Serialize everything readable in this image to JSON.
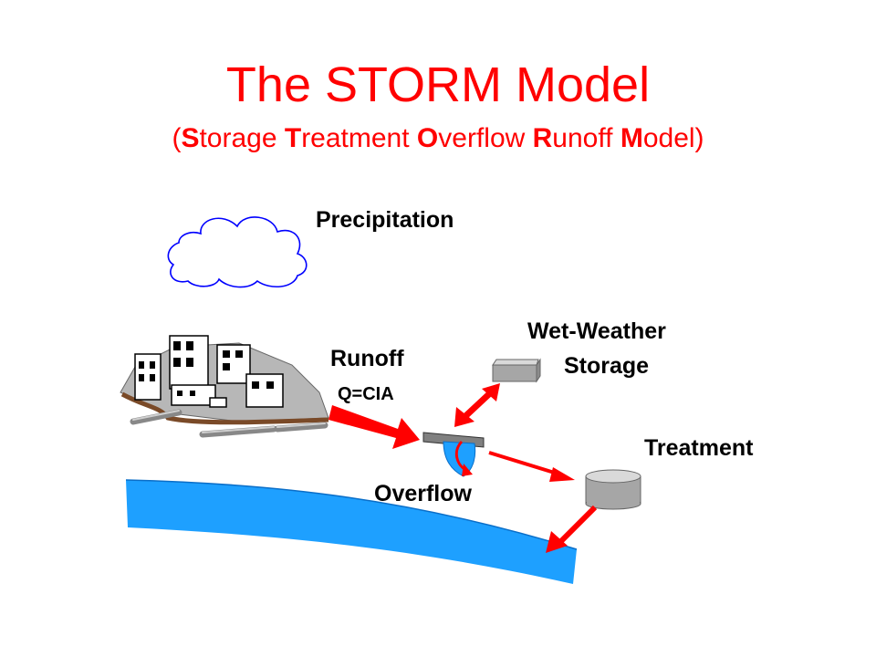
{
  "title": "The STORM Model",
  "subtitle": {
    "open": "(",
    "parts": [
      {
        "initial": "S",
        "rest": "torage "
      },
      {
        "initial": "T",
        "rest": "reatment "
      },
      {
        "initial": "O",
        "rest": "verflow "
      },
      {
        "initial": "R",
        "rest": "unoff "
      },
      {
        "initial": "M",
        "rest": "odel"
      }
    ],
    "close": ")"
  },
  "labels": {
    "precipitation": "Precipitation",
    "runoff": "Runoff",
    "formula": "Q=CIA",
    "wet_weather_1": "Wet-Weather",
    "wet_weather_2": "Storage",
    "treatment": "Treatment",
    "overflow": "Overflow"
  },
  "colors": {
    "title": "#ff0000",
    "arrow": "#ff0000",
    "river": "#1ea0ff",
    "cloud": "#0000ff",
    "ground": "#b7b7b7",
    "soil": "#7a4a28"
  }
}
